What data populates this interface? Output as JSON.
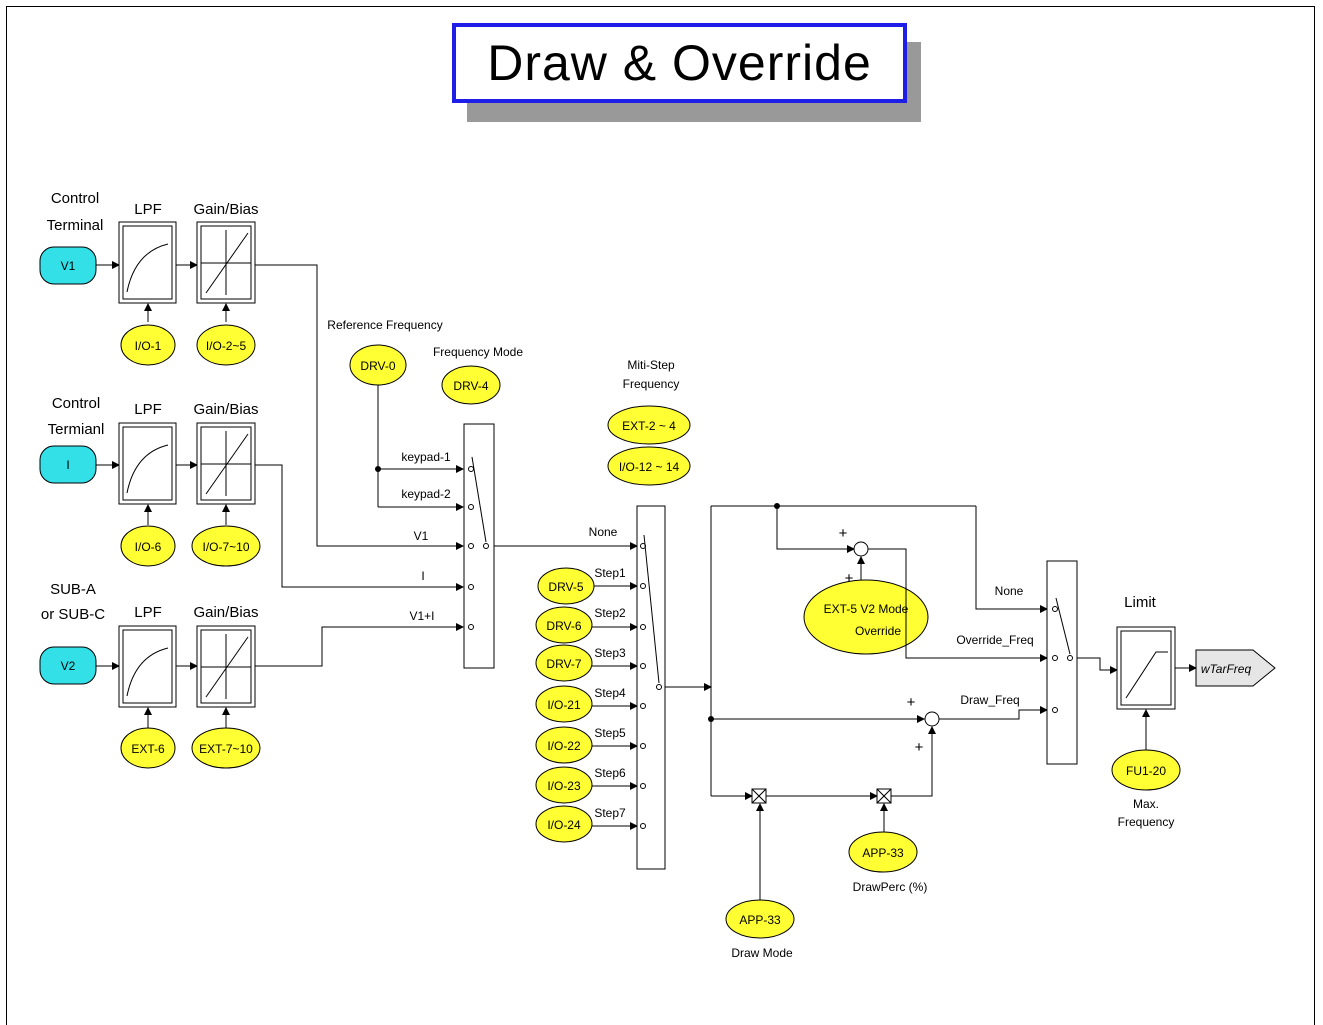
{
  "title": "Draw & Override",
  "colors": {
    "input": "#33e0e8",
    "param": "#ffff33",
    "title_border": "#1e1ee6",
    "output": "#e6e6e6"
  },
  "inputs": {
    "v1": {
      "label": "V1",
      "source": [
        "Control",
        "Terminal"
      ]
    },
    "i": {
      "label": "I",
      "source": [
        "Control",
        "Termianl"
      ]
    },
    "v2": {
      "label": "V2",
      "source": [
        "SUB-A",
        "or SUB-C"
      ]
    }
  },
  "blocks": {
    "lpf": "LPF",
    "gain_bias": "Gain/Bias",
    "limit": "Limit"
  },
  "params": {
    "io1": "I/O-1",
    "io2_5": "I/O-2~5",
    "io6": "I/O-6",
    "io7_10": "I/O-7~10",
    "ext6": "EXT-6",
    "ext7_10": "EXT-7~10",
    "drv0": "DRV-0",
    "drv4": "DRV-4",
    "ext2_4": "EXT-2 ~ 4",
    "io12_14": "I/O-12 ~ 14",
    "drv5": "DRV-5",
    "drv6": "DRV-6",
    "drv7": "DRV-7",
    "io21": "I/O-21",
    "io22": "I/O-22",
    "io23": "I/O-23",
    "io24": "I/O-24",
    "ext5": [
      "EXT-5  V2  Mode",
      "Override"
    ],
    "app33_draw_perc": "APP-33",
    "app33_draw_mode": "APP-33",
    "fu1_20": "FU1-20"
  },
  "captions": {
    "reference_frequency": "Reference Frequency",
    "frequency_mode": "Frequency Mode",
    "multi_step": [
      "Miti-Step",
      "Frequency"
    ],
    "draw_perc": "DrawPerc (%)",
    "draw_mode": "Draw Mode",
    "max_frequency": [
      "Max.",
      "Frequency"
    ]
  },
  "switch1_labels": [
    "keypad-1",
    "keypad-2",
    "V1",
    "I",
    "V1+I"
  ],
  "switch2_labels": [
    "None",
    "Step1",
    "Step2",
    "Step3",
    "Step4",
    "Step5",
    "Step6",
    "Step7"
  ],
  "switch3_labels": [
    "None",
    "Override_Freq",
    "Draw_Freq"
  ],
  "signs": {
    "plus": "+"
  },
  "output": "wTarFreq"
}
